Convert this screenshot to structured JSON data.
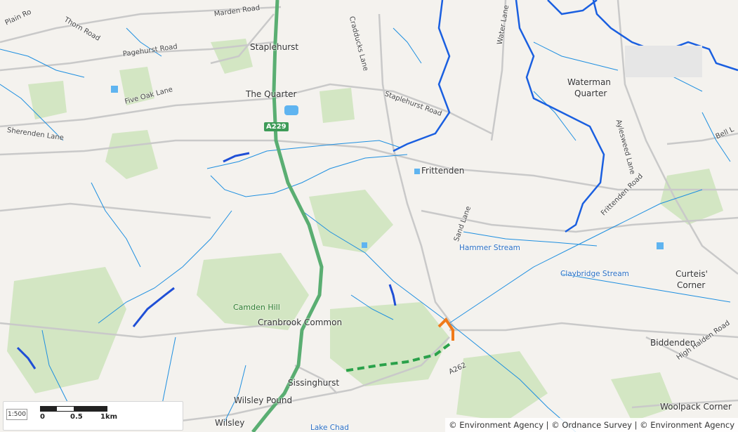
{
  "map": {
    "places": [
      {
        "key": "staplehurst",
        "label": "Staplehurst"
      },
      {
        "key": "the-quarter",
        "label": "The Quarter"
      },
      {
        "key": "waterman-quarter-1",
        "label": "Waterman"
      },
      {
        "key": "waterman-quarter-2",
        "label": "Quarter"
      },
      {
        "key": "frittenden",
        "label": "Frittenden"
      },
      {
        "key": "curteis-corner-1",
        "label": "Curteis'"
      },
      {
        "key": "curteis-corner-2",
        "label": "Corner"
      },
      {
        "key": "cranbrook-common",
        "label": "Cranbrook Common"
      },
      {
        "key": "biddenden",
        "label": "Biddenden"
      },
      {
        "key": "sissinghurst",
        "label": "Sissinghurst"
      },
      {
        "key": "wilsley-pound",
        "label": "Wilsley Pound"
      },
      {
        "key": "wilsley",
        "label": "Wilsley"
      },
      {
        "key": "woolpack-corner",
        "label": "Woolpack Corner"
      }
    ],
    "roads": [
      {
        "key": "marden-road",
        "label": "Marden Road"
      },
      {
        "key": "plain-road",
        "label": "Plain Ro"
      },
      {
        "key": "thorn-road",
        "label": "Thorn Road"
      },
      {
        "key": "pagehurst-road",
        "label": "Pagehurst Road"
      },
      {
        "key": "five-oak-lane",
        "label": "Five Oak Lane"
      },
      {
        "key": "sherenden-lane",
        "label": "Sherenden Lane"
      },
      {
        "key": "cradducks-lane",
        "label": "Cradducks Lane"
      },
      {
        "key": "water-lane",
        "label": "Water Lane"
      },
      {
        "key": "staplehurst-road",
        "label": "Staplehurst Road"
      },
      {
        "key": "aylesweed-lane",
        "label": "Aylesweed Lane"
      },
      {
        "key": "frittenden-road",
        "label": "Frittenden Road"
      },
      {
        "key": "sand-lane",
        "label": "Sand Lane"
      },
      {
        "key": "bell-lane",
        "label": "Bell L"
      },
      {
        "key": "high-halden-road",
        "label": "High Halden Road"
      },
      {
        "key": "a262",
        "label": "A262"
      }
    ],
    "streams": [
      {
        "key": "hammer-stream",
        "label": "Hammer Stream"
      },
      {
        "key": "claybridge-stream",
        "label": "Claybridge Stream"
      },
      {
        "key": "lake-chad",
        "label": "Lake Chad"
      }
    ],
    "hills": [
      {
        "key": "camden-hill",
        "label": "Camden Hill"
      }
    ],
    "road_shield": "A229",
    "colors": {
      "background": "#f4f2ee",
      "woodland": "#d3e6c3",
      "water": "#1e8fe0",
      "catchment_boundary": "#1a5fe0",
      "main_road": "#5aae72",
      "minor_road": "#c9c9c9",
      "highlight_orange": "#f07a1a",
      "highlight_green_dash": "#2aa14a",
      "highlight_blue": "#1f4fd6"
    }
  },
  "scale": {
    "ratio_label": "1:500",
    "labels": [
      "0",
      "0.5",
      "1km"
    ]
  },
  "attribution": "© Environment Agency | © Ordnance Survey | © Environment Agency"
}
